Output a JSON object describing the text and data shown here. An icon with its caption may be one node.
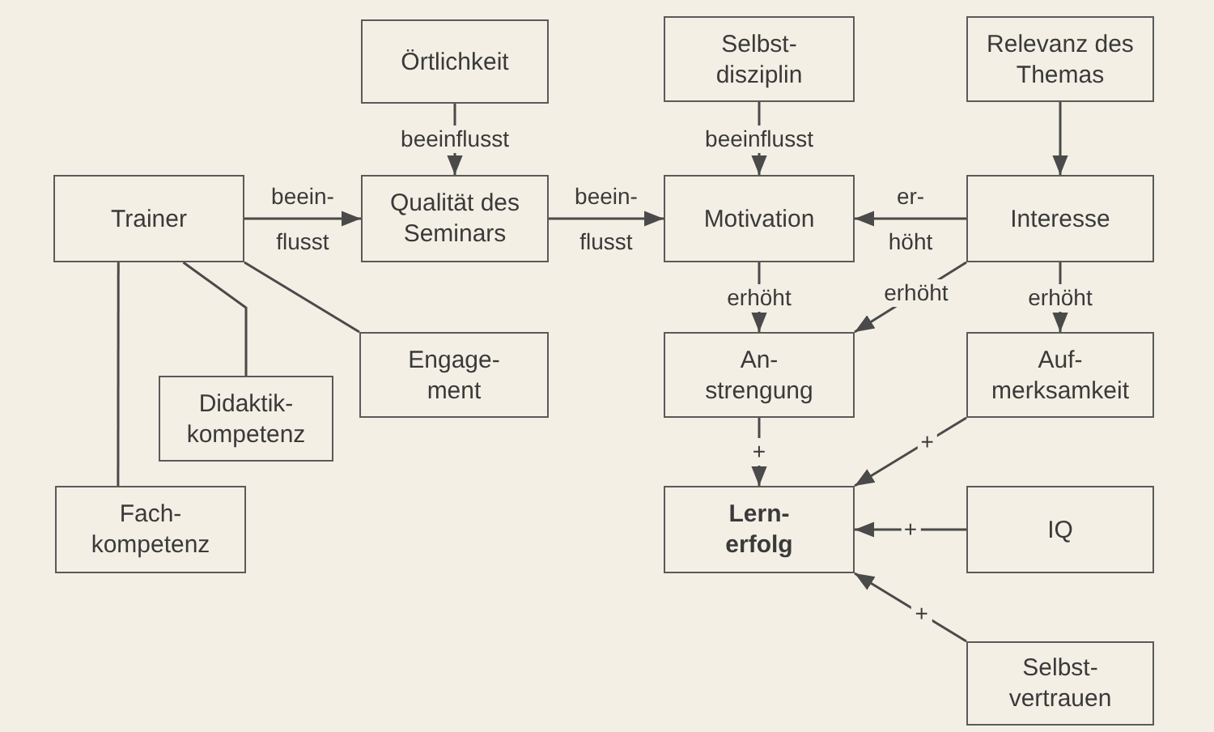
{
  "diagram": {
    "nodes": [
      {
        "text": [
          "Örtlichkeit"
        ]
      },
      {
        "text": [
          "Selbst- disziplin"
        ]
      },
      {
        "text": [
          "Relevanz des Themas"
        ]
      },
      {
        "text": [
          "Trainer"
        ]
      },
      {
        "text": [
          "Qualität des Seminars"
        ]
      },
      {
        "text": [
          "Motivation"
        ]
      },
      {
        "text": [
          "Interesse"
        ]
      },
      {
        "text": [
          "Engage- ment"
        ]
      },
      {
        "text": [
          "Didaktik- kompetenz"
        ]
      },
      {
        "text": [
          "An- strengung"
        ]
      },
      {
        "text": [
          "Auf- merksamkeit"
        ]
      },
      {
        "text": [
          "Fach- kompetenz"
        ]
      },
      {
        "text": [
          "Lern- erfolg"
        ]
      },
      {
        "text": [
          "IQ"
        ]
      },
      {
        "text": [
          "Selbst- vertrauen"
        ]
      }
    ],
    "edges": [
      {
        "from": 0,
        "to": 4,
        "arrow": "to",
        "label": "beeinflusst"
      },
      {
        "from": 1,
        "to": 5,
        "arrow": "to",
        "label": "beeinflusst"
      },
      {
        "from": 2,
        "to": 6,
        "arrow": "to"
      },
      {
        "from": 3,
        "to": 4,
        "arrow": "to",
        "label": "beein- flusst"
      },
      {
        "from": 4,
        "to": 5,
        "arrow": "to",
        "label": "beein- flusst"
      },
      {
        "from": 6,
        "to": 5,
        "arrow": "to",
        "label": "er- höht"
      },
      {
        "from": 5,
        "to": 9,
        "arrow": "to",
        "label": "erhöht"
      },
      {
        "from": 6,
        "to": 9,
        "arrow": "to",
        "label": "erhöht"
      },
      {
        "from": 6,
        "to": 10,
        "arrow": "to",
        "label": "erhöht"
      },
      {
        "from": 3,
        "to": 7,
        "arrow": "none"
      },
      {
        "from": 3,
        "to": 8,
        "arrow": "none"
      },
      {
        "from": 3,
        "to": 11,
        "arrow": "none"
      },
      {
        "from": 9,
        "to": 12,
        "arrow": "to",
        "label": "+"
      },
      {
        "from": 10,
        "to": 12,
        "arrow": "to",
        "label": "+"
      },
      {
        "from": 13,
        "to": 12,
        "arrow": "to",
        "label": "+"
      },
      {
        "from": 14,
        "to": 12,
        "arrow": "to",
        "label": "+"
      }
    ]
  }
}
